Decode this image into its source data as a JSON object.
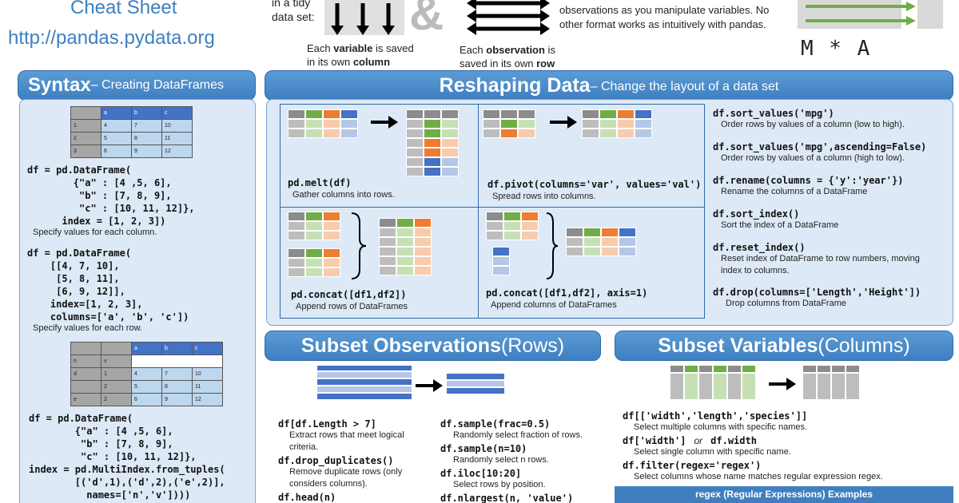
{
  "top": {
    "title_line1": "Cheat Sheet",
    "title_line2": "http://pandas.pydata.org",
    "tidy_text": "in a tidy\ndata set:",
    "variable_caption_pre": "Each ",
    "variable_caption_bold": "variable",
    "variable_caption_mid": " is saved\nin its own ",
    "variable_caption_bold2": "column",
    "observation_caption_pre": "Each ",
    "observation_caption_bold": "observation",
    "observation_caption_mid": " is\nsaved in its own ",
    "observation_caption_bold2": "row",
    "ampersand": "&",
    "right_text": "observations as you manipulate variables. No\nother format works as intuitively with pandas.",
    "mxa": "M * A"
  },
  "syntax": {
    "title_bold": "Syntax",
    "title_rest": " – Creating DataFrames",
    "table1": {
      "headers": [
        "",
        "a",
        "b",
        "c"
      ],
      "rows": [
        [
          "1",
          "4",
          "7",
          "10"
        ],
        [
          "2",
          "5",
          "8",
          "11"
        ],
        [
          "3",
          "6",
          "9",
          "12"
        ]
      ]
    },
    "code1": "df = pd.DataFrame(\n        {\"a\" : [4 ,5, 6],\n         \"b\" : [7, 8, 9],\n         \"c\" : [10, 11, 12]},\n      index = [1, 2, 3])",
    "desc1": "Specify values for each column.",
    "code2": "df = pd.DataFrame(\n    [[4, 7, 10],\n     [5, 8, 11],\n     [6, 9, 12]],\n    index=[1, 2, 3],\n    columns=['a', 'b', 'c'])",
    "desc2": "Specify values for each row.",
    "table2": {
      "headers": [
        "",
        "",
        "a",
        "b",
        "c"
      ],
      "sub": [
        "n",
        "v"
      ],
      "rows": [
        [
          "d",
          "1",
          "4",
          "7",
          "10"
        ],
        [
          "",
          "2",
          "5",
          "8",
          "11"
        ],
        [
          "e",
          "2",
          "6",
          "9",
          "12"
        ]
      ]
    },
    "code3": "df = pd.DataFrame(\n        {\"a\" : [4 ,5, 6],\n         \"b\" : [7, 8, 9],\n         \"c\" : [10, 11, 12]},\nindex = pd.MultiIndex.from_tuples(\n        [('d',1),('d',2),('e',2)],\n          names=['n','v'])))"
  },
  "reshaping": {
    "title_bold": "Reshaping Data",
    "title_rest": " – Change the layout of a data set",
    "melt_code": "pd.melt(df)",
    "melt_desc": "Gather columns into rows.",
    "pivot_code": "df.pivot(columns='var', values='val')",
    "pivot_desc": "Spread rows into columns.",
    "concat_code": "pd.concat([df1,df2])",
    "concat_desc": "Append rows of DataFrames",
    "concat1_code": "pd.concat([df1,df2], axis=1)",
    "concat1_desc": "Append columns of DataFrames",
    "methods": [
      {
        "code": "df.sort_values('mpg')",
        "desc": "Order rows by values of a column (low to high)."
      },
      {
        "code": "df.sort_values('mpg',ascending=False)",
        "desc": "Order rows by values of a column (high to low)."
      },
      {
        "code": "df.rename(columns = {'y':'year'})",
        "desc": "Rename the columns of a DataFrame"
      },
      {
        "code": "df.sort_index()",
        "desc": "Sort the index of a DataFrame"
      },
      {
        "code": "df.reset_index()",
        "desc": "Reset index of DataFrame to row numbers, moving\nindex to columns."
      },
      {
        "code": "df.drop(columns=['Length','Height'])",
        "desc": "Drop columns from DataFrame"
      }
    ]
  },
  "subset_rows": {
    "title_bold": "Subset Observations",
    "title_rest": " (Rows)",
    "left": [
      {
        "code": "df[df.Length > 7]",
        "desc": "Extract rows that meet logical\ncriteria."
      },
      {
        "code": "df.drop_duplicates()",
        "desc": "Remove duplicate rows (only\nconsiders columns)."
      },
      {
        "code": "df.head(n)",
        "desc": ""
      }
    ],
    "right": [
      {
        "code": "df.sample(frac=0.5)",
        "desc": "Randomly select fraction of rows."
      },
      {
        "code": "df.sample(n=10)",
        "desc": "Randomly select n rows."
      },
      {
        "code": "df.iloc[10:20]",
        "desc": "Select rows by position."
      },
      {
        "code": "df.nlargest(n, 'value')",
        "desc": ""
      }
    ]
  },
  "subset_cols": {
    "title_bold": "Subset Variables",
    "title_rest": " (Columns)",
    "items": [
      {
        "code": "df[['width','length','species']]",
        "desc": "Select multiple columns with specific names."
      },
      {
        "code": "df['width']",
        "or": "or",
        "code2": "df.width",
        "desc": "Select single column with specific name."
      },
      {
        "code": "df.filter(regex='regex')",
        "desc": "Select columns whose name matches regular expression regex."
      }
    ],
    "regex_bar": "regex (Regular Expressions) Examples"
  }
}
